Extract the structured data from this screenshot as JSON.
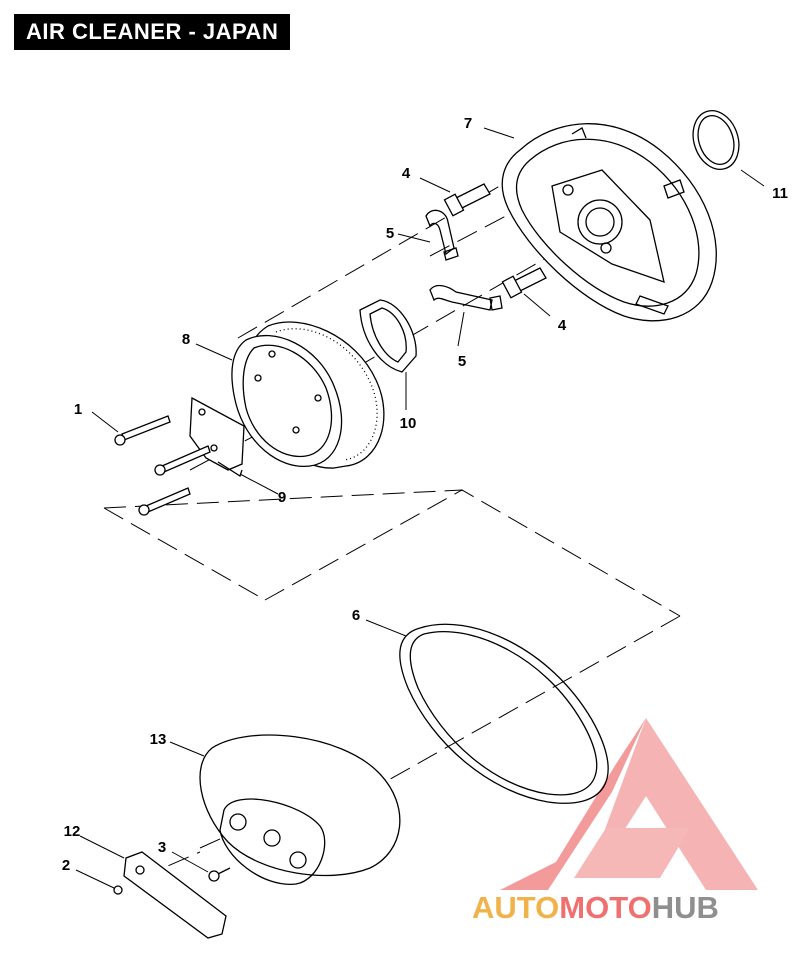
{
  "title": "AIR CLEANER - JAPAN",
  "callouts": [
    {
      "id": "c1",
      "text": "1"
    },
    {
      "id": "c2",
      "text": "2"
    },
    {
      "id": "c3",
      "text": "3"
    },
    {
      "id": "c4a",
      "text": "4"
    },
    {
      "id": "c4b",
      "text": "4"
    },
    {
      "id": "c5a",
      "text": "5"
    },
    {
      "id": "c5b",
      "text": "5"
    },
    {
      "id": "c6",
      "text": "6"
    },
    {
      "id": "c7",
      "text": "7"
    },
    {
      "id": "c8",
      "text": "8"
    },
    {
      "id": "c9",
      "text": "9"
    },
    {
      "id": "c10",
      "text": "10"
    },
    {
      "id": "c11",
      "text": "11"
    },
    {
      "id": "c12",
      "text": "12"
    },
    {
      "id": "c13",
      "text": "13"
    }
  ],
  "watermark": {
    "part1": "AUTO",
    "part2": "MOTO",
    "part3": "HUB",
    "color_orange": "#f2b24a",
    "color_red": "#f07070",
    "color_gray": "#8f8f8f"
  }
}
